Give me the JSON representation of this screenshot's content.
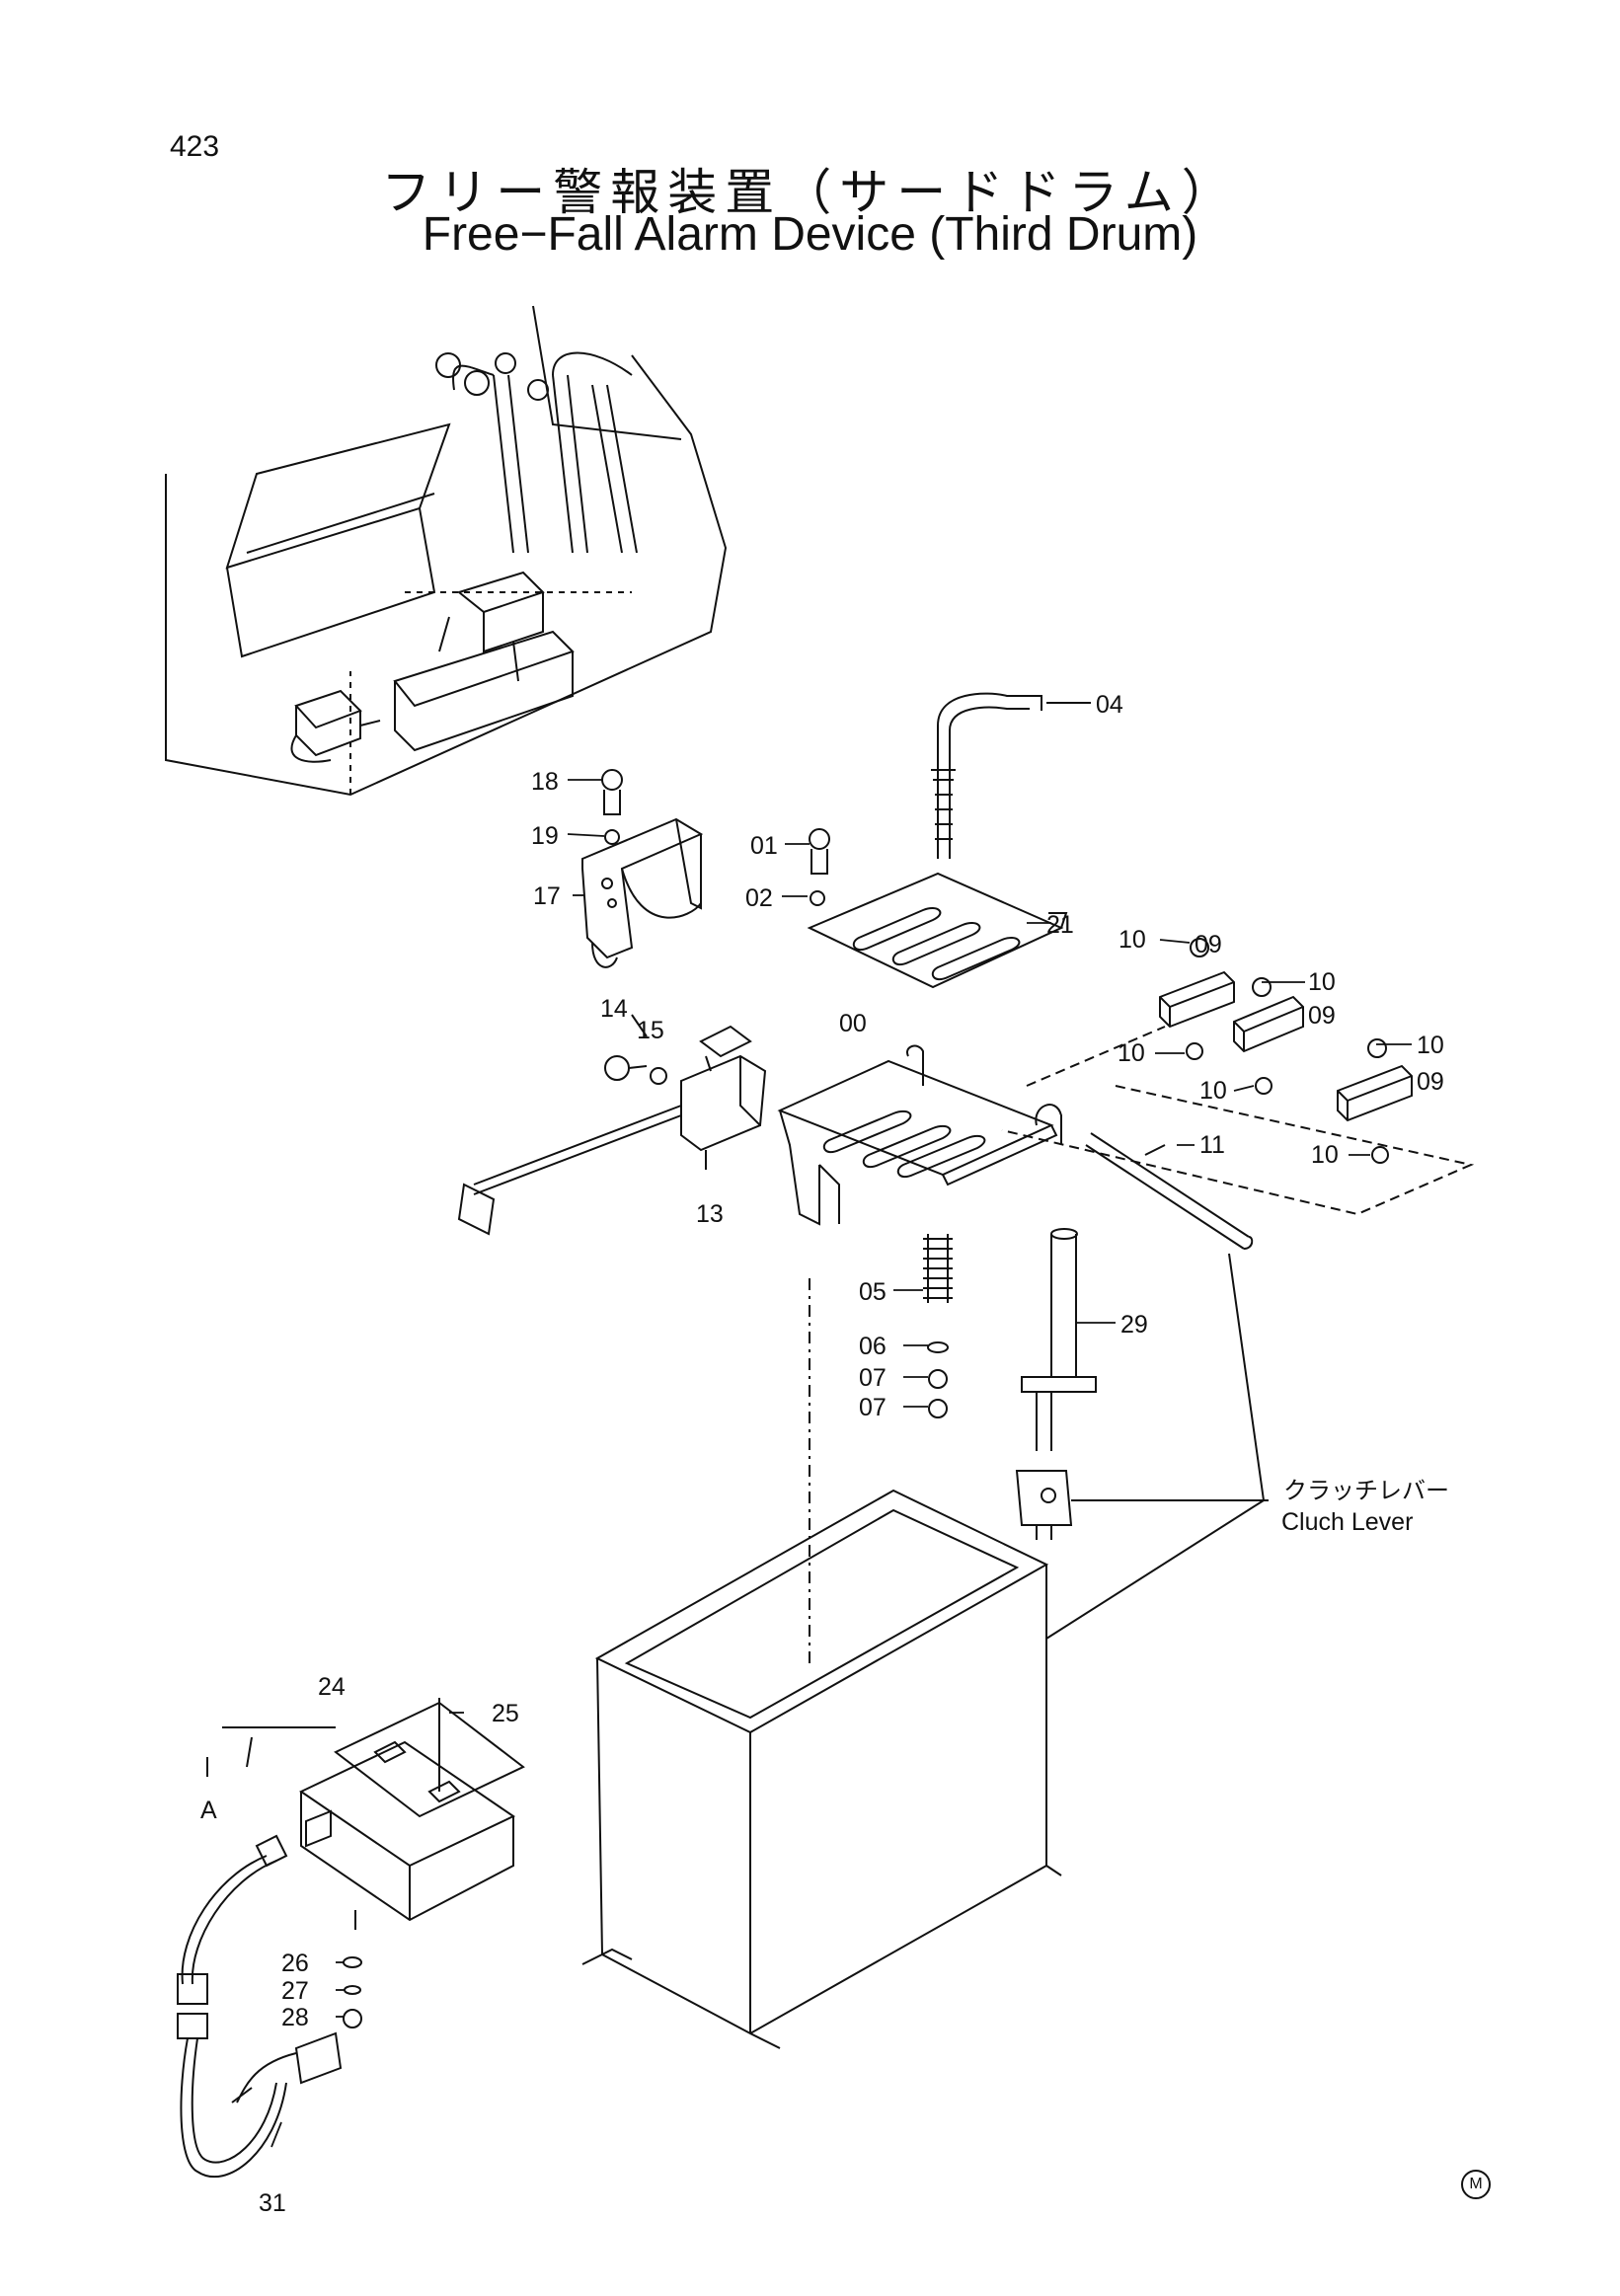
{
  "page_number": "423",
  "title_jp": "フリー警報装置（サードドラム）",
  "title_en": "Free−Fall Alarm Device (Third Drum)",
  "callouts": {
    "p00": "00",
    "p01": "01",
    "p02": "02",
    "p04": "04",
    "p05": "05",
    "p06": "06",
    "p07": "07",
    "p09": "09",
    "p10": "10",
    "p11": "11",
    "p13": "13",
    "p14": "14",
    "p15": "15",
    "p17": "17",
    "p18": "18",
    "p19": "19",
    "p21": "21",
    "p24": "24",
    "p25": "25",
    "p26": "26",
    "p27": "27",
    "p28": "28",
    "p29": "29",
    "p31": "31",
    "pA": "A"
  },
  "clutch_lever": {
    "jp": "クラッチレバー",
    "en": "Cluch Lever"
  },
  "mark": "M"
}
